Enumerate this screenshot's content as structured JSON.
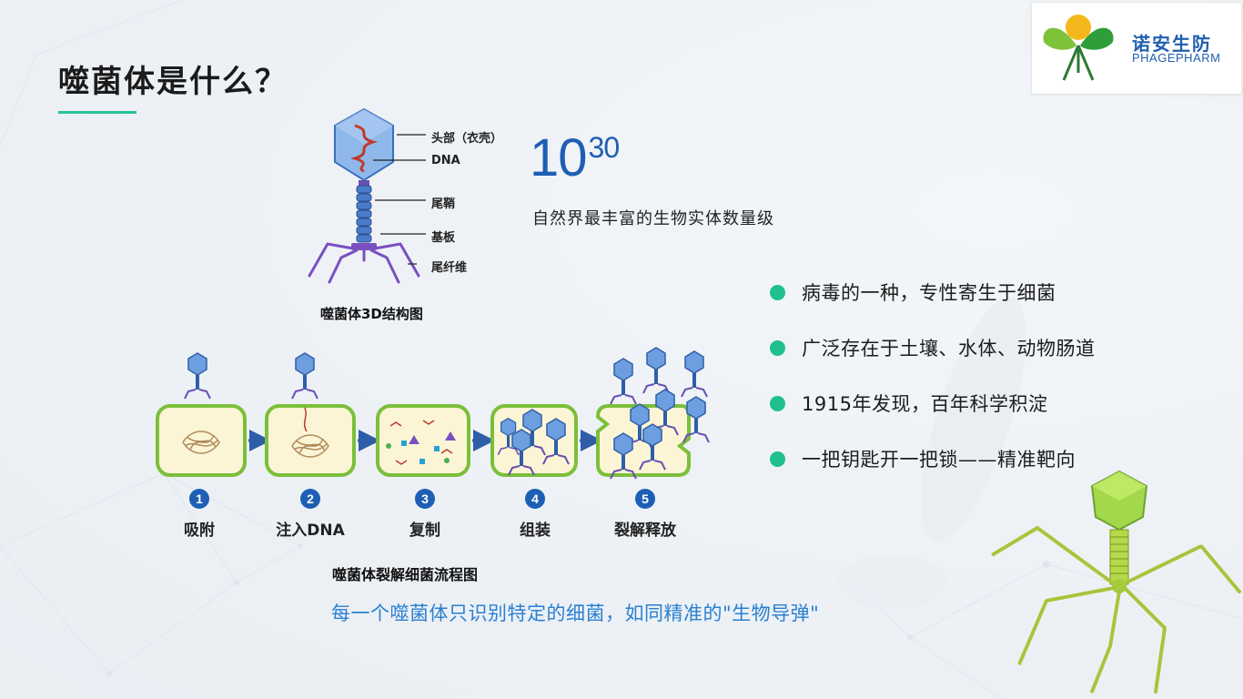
{
  "title": "噬菌体是什么？",
  "logo": {
    "cn": "诺安生防",
    "en": "PHAGEPHARM",
    "icon": "plant-sun-icon"
  },
  "structure": {
    "labels": [
      "头部（衣壳）",
      "DNA",
      "尾鞘",
      "基板",
      "尾纤维"
    ],
    "caption": "噬菌体3D结构图"
  },
  "stat": {
    "base": "10",
    "exp": "30",
    "desc": "自然界最丰富的生物实体数量级"
  },
  "bullets": [
    "病毒的一种，专性寄生于细菌",
    "广泛存在于土壤、水体、动物肠道",
    "1915年发现，百年科学积淀",
    "一把钥匙开一把锁——精准靶向"
  ],
  "steps": [
    {
      "num": "1",
      "label": "吸附"
    },
    {
      "num": "2",
      "label": "注入DNA"
    },
    {
      "num": "3",
      "label": "复制"
    },
    {
      "num": "4",
      "label": "组装"
    },
    {
      "num": "5",
      "label": "裂解释放"
    }
  ],
  "flow_caption": "噬菌体裂解细菌流程图",
  "tagline": "每一个噬菌体只识别特定的细菌，如同精准的\"生物导弹\"",
  "colors": {
    "accent": "#28c29a",
    "blue": "#1e5fb5",
    "tagline": "#2a7fd1",
    "bullet": "#1fbf8f"
  }
}
